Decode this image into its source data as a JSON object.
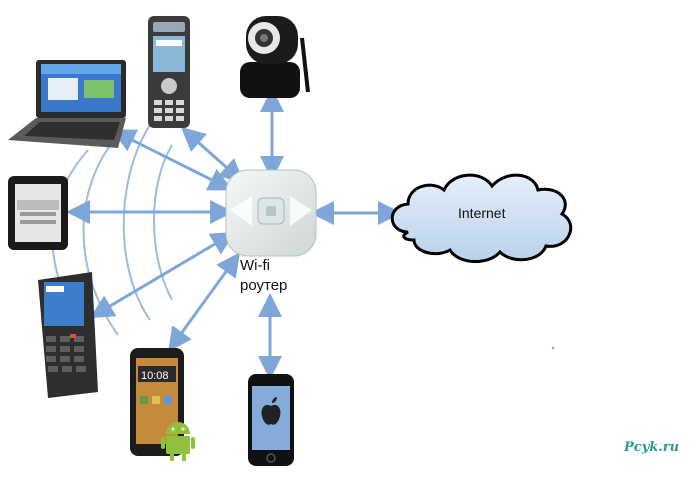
{
  "router": {
    "line1": "Wi-fi",
    "line2": "роутер"
  },
  "cloud": {
    "label": "Internet"
  },
  "devices": [
    {
      "name": "laptop-icon"
    },
    {
      "name": "cisco-ip-phone-icon"
    },
    {
      "name": "ip-camera-icon"
    },
    {
      "name": "tablet-icon"
    },
    {
      "name": "barcode-terminal-icon"
    },
    {
      "name": "htc-android-phone-icon"
    },
    {
      "name": "iphone-icon"
    }
  ],
  "watermark": "Pcyk.ru",
  "colors": {
    "arrow": "#7ea6d8",
    "cloud_fill": "#cfe0f2",
    "router_fill": "#e8ecec",
    "watermark": "#2a9a8a"
  }
}
